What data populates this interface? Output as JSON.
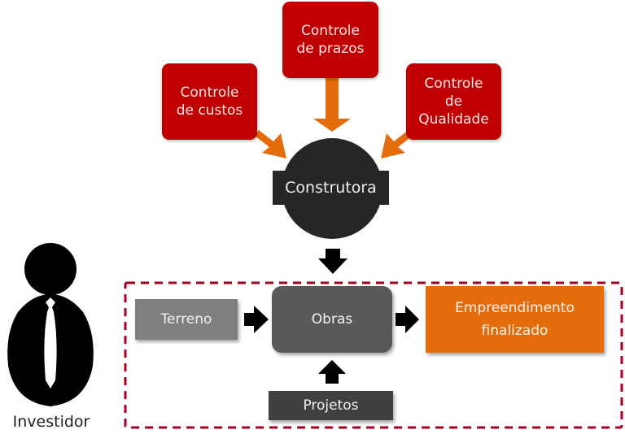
{
  "title": "Fluxo Investidor - Construtora - Empreendimento",
  "controls": {
    "costs": "Controle\nde custos",
    "deadlines": "Controle\nde prazos",
    "quality": "Controle\nde\nQualidade"
  },
  "builder": "Construtora",
  "investor": "Investidor",
  "flow": {
    "land": "Terreno",
    "works": "Obras",
    "projects": "Projetos",
    "finished": "Empreendimento\nfinalizado"
  },
  "colors": {
    "control_red": "#c00000",
    "arrow_orange": "#e46c0a",
    "finished_orange": "#e46c0a",
    "dashed_border": "#a50021",
    "builder_dark": "#262626",
    "land_gray": "#7f7f7f",
    "works_gray": "#595959",
    "projects_dark": "#404040"
  }
}
